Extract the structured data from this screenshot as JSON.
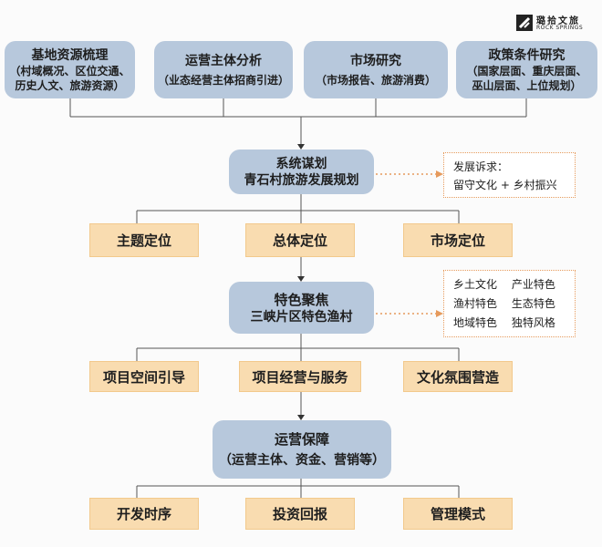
{
  "logo": {
    "name_cn": "璐拾文旅",
    "name_en": "ROCK SPRINGS"
  },
  "top_boxes": [
    {
      "title": "基地资源梳理",
      "sub": [
        "（村域概况、区位交通、",
        "历史人文、旅游资源）"
      ]
    },
    {
      "title": "运营主体分析",
      "sub": [
        "（业态经营主体招商引进）"
      ]
    },
    {
      "title": "市场研究",
      "sub": [
        "（市场报告、旅游消费）"
      ]
    },
    {
      "title": "政策条件研究",
      "sub": [
        "（国家层面、重庆层面、",
        "巫山层面、上位规划）"
      ]
    }
  ],
  "system_plan": {
    "line1": "系统谋划",
    "line2": "青石村旅游发展规划"
  },
  "development_note": {
    "line1": "发展诉求：",
    "line2": "留守文化 + 乡村振兴"
  },
  "row1": [
    "主题定位",
    "总体定位",
    "市场定位"
  ],
  "feature_focus": {
    "line1": "特色聚焦",
    "line2": "三峡片区特色渔村"
  },
  "feature_note": [
    [
      "乡土文化",
      "产业特色"
    ],
    [
      "渔村特色",
      "生态特色"
    ],
    [
      "地域特色",
      "独特风格"
    ]
  ],
  "row2": [
    "项目空间引导",
    "项目经营与服务",
    "文化氛围营造"
  ],
  "operation": {
    "line1": "运营保障",
    "line2": "（运营主体、资金、营销等）"
  },
  "row3": [
    "开发时序",
    "投资回报",
    "管理模式"
  ]
}
